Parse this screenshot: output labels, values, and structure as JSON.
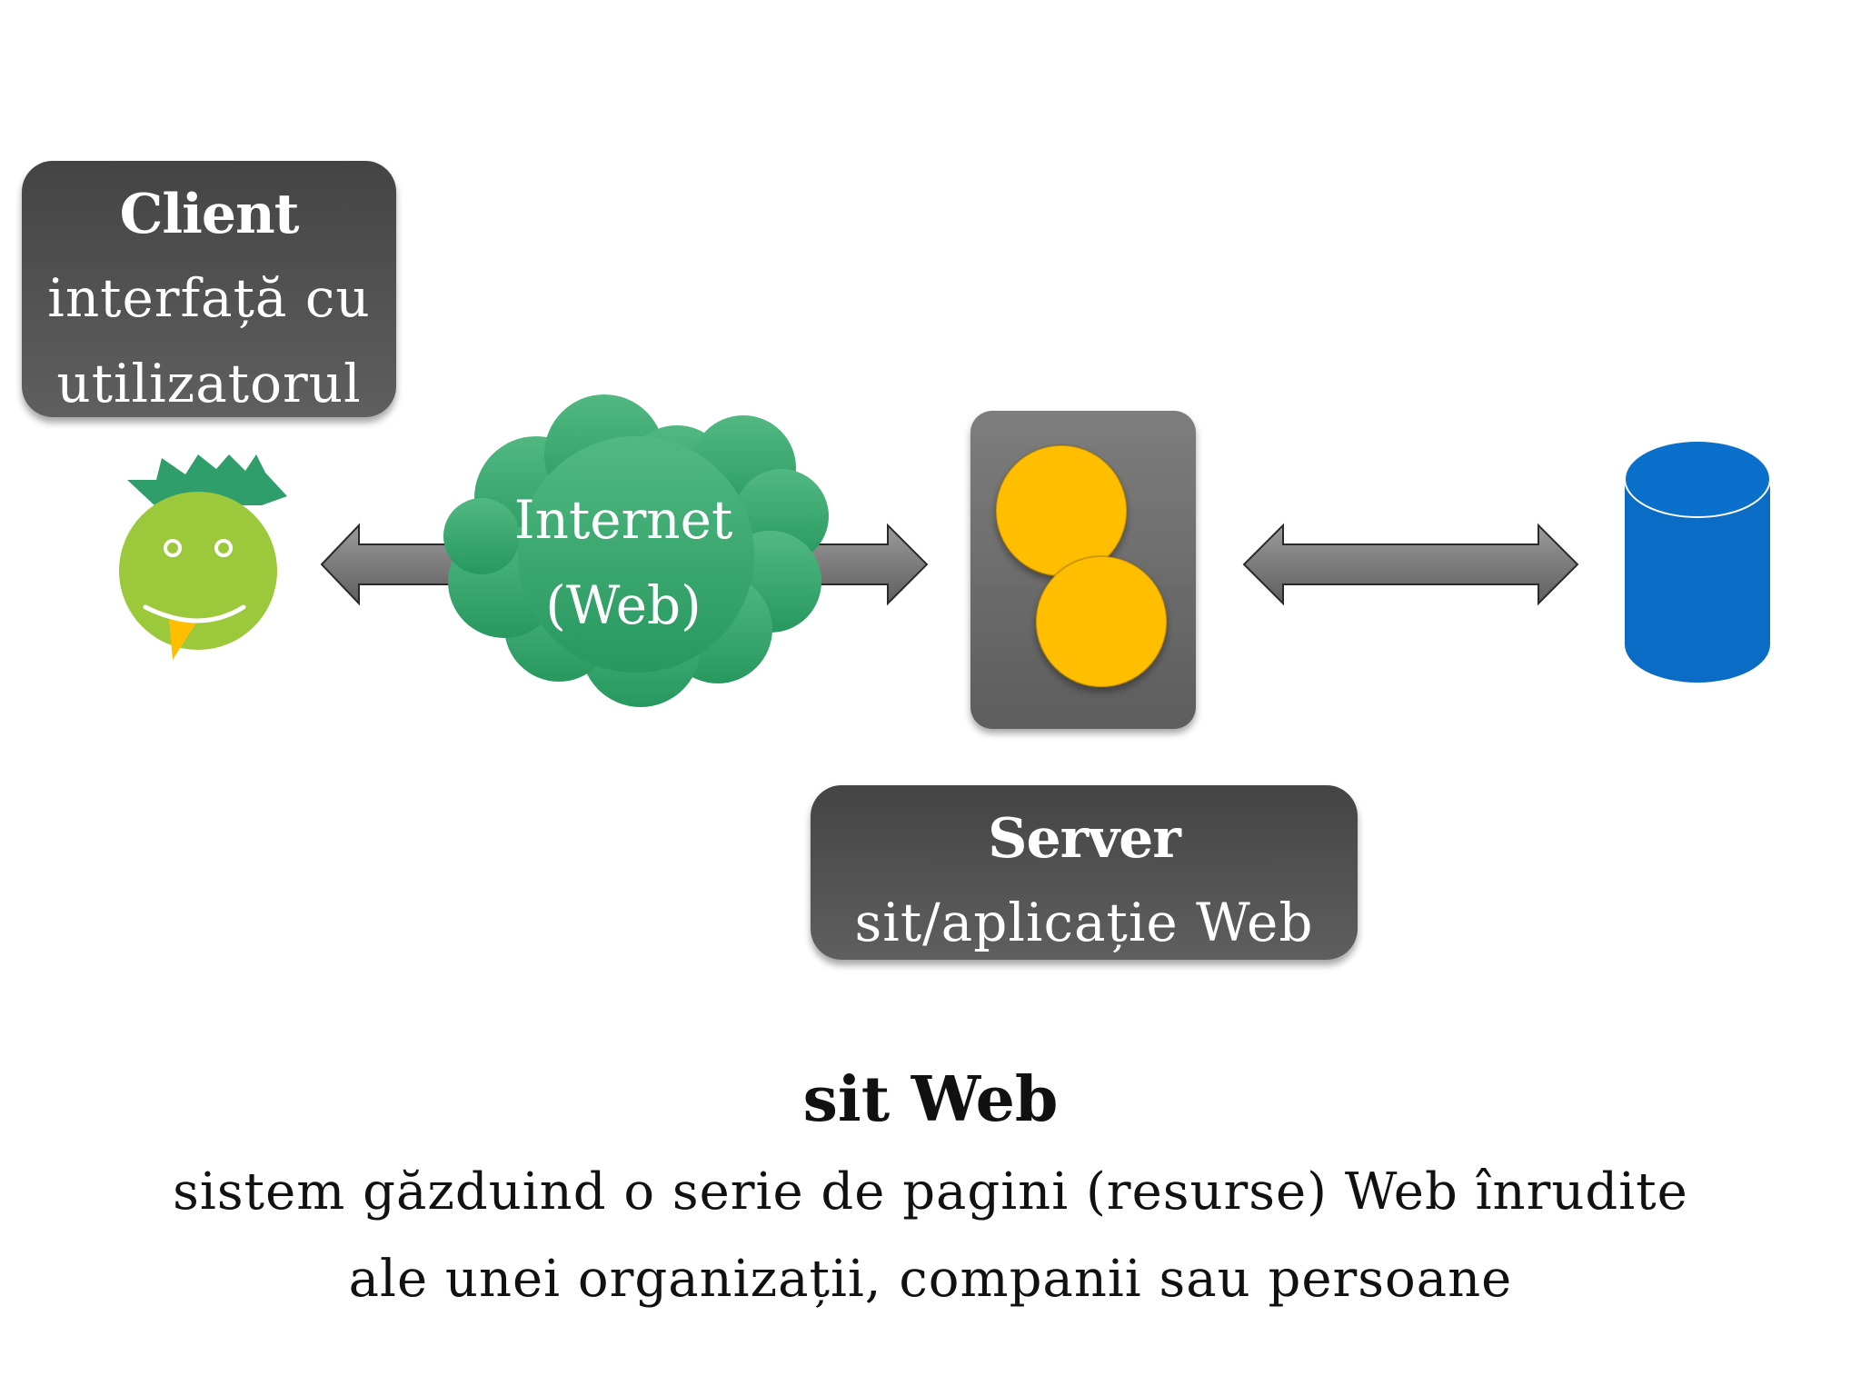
{
  "client": {
    "title": "Client",
    "line1": "interfață cu",
    "line2": "utilizatorul"
  },
  "cloud": {
    "line1": "Internet",
    "line2": "(Web)"
  },
  "server": {
    "title": "Server",
    "line1": "sit/aplicație Web"
  },
  "caption": {
    "title": "sit Web",
    "line1": "sistem găzduind o serie de pagini (resurse) Web înrudite",
    "line2": "ale unei organizații, companii sau persoane"
  },
  "icons": {
    "client": "smiley-face-icon",
    "server": "server-icon",
    "database": "database-cylinder-icon",
    "network": "cloud-icon"
  },
  "colors": {
    "box": "#4f4f4f",
    "cloud": "#35a66e",
    "face": "#9cc83c",
    "hair": "#2f9e6a",
    "server_body": "#6a6a6a",
    "server_discs": "#ffbf00",
    "database": "#0a6cc4",
    "arrow": "#7a7a7a"
  }
}
